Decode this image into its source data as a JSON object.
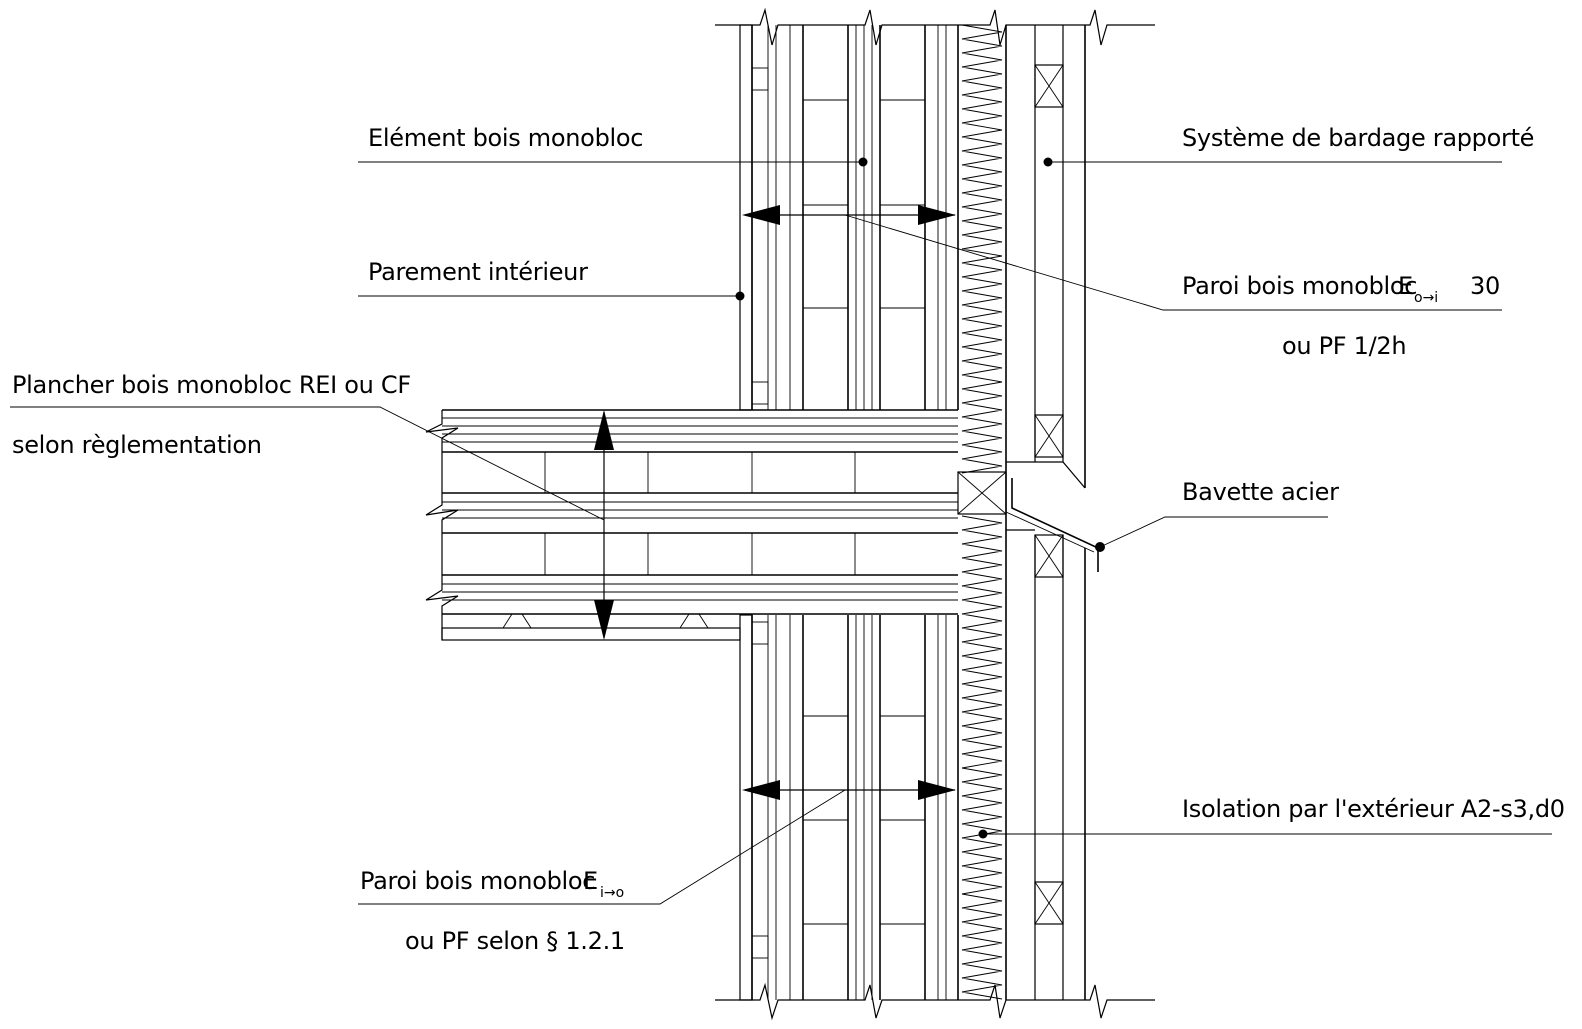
{
  "labels": {
    "element_bois": "Elément bois monobloc",
    "parement": "Parement intérieur",
    "plancher_l1": "Plancher bois monobloc REI ou CF",
    "plancher_l2": "selon règlementation",
    "paroi_i_o_prefix": "Paroi bois monobloc",
    "paroi_i_o_E": "E",
    "paroi_i_o_sub": "i→o",
    "paroi_i_o_l2": "ou PF selon § 1.2.1",
    "bardage": "Système de bardage rapporté",
    "paroi_o_i_prefix": "Paroi bois monobloc",
    "paroi_o_i_E": "E",
    "paroi_o_i_sub": "o→i",
    "paroi_o_i_value": "30",
    "paroi_o_i_l2": "ou PF 1/2h",
    "bavette": "Bavette acier",
    "isolation": "Isolation par l'extérieur A2-s3,d0"
  }
}
